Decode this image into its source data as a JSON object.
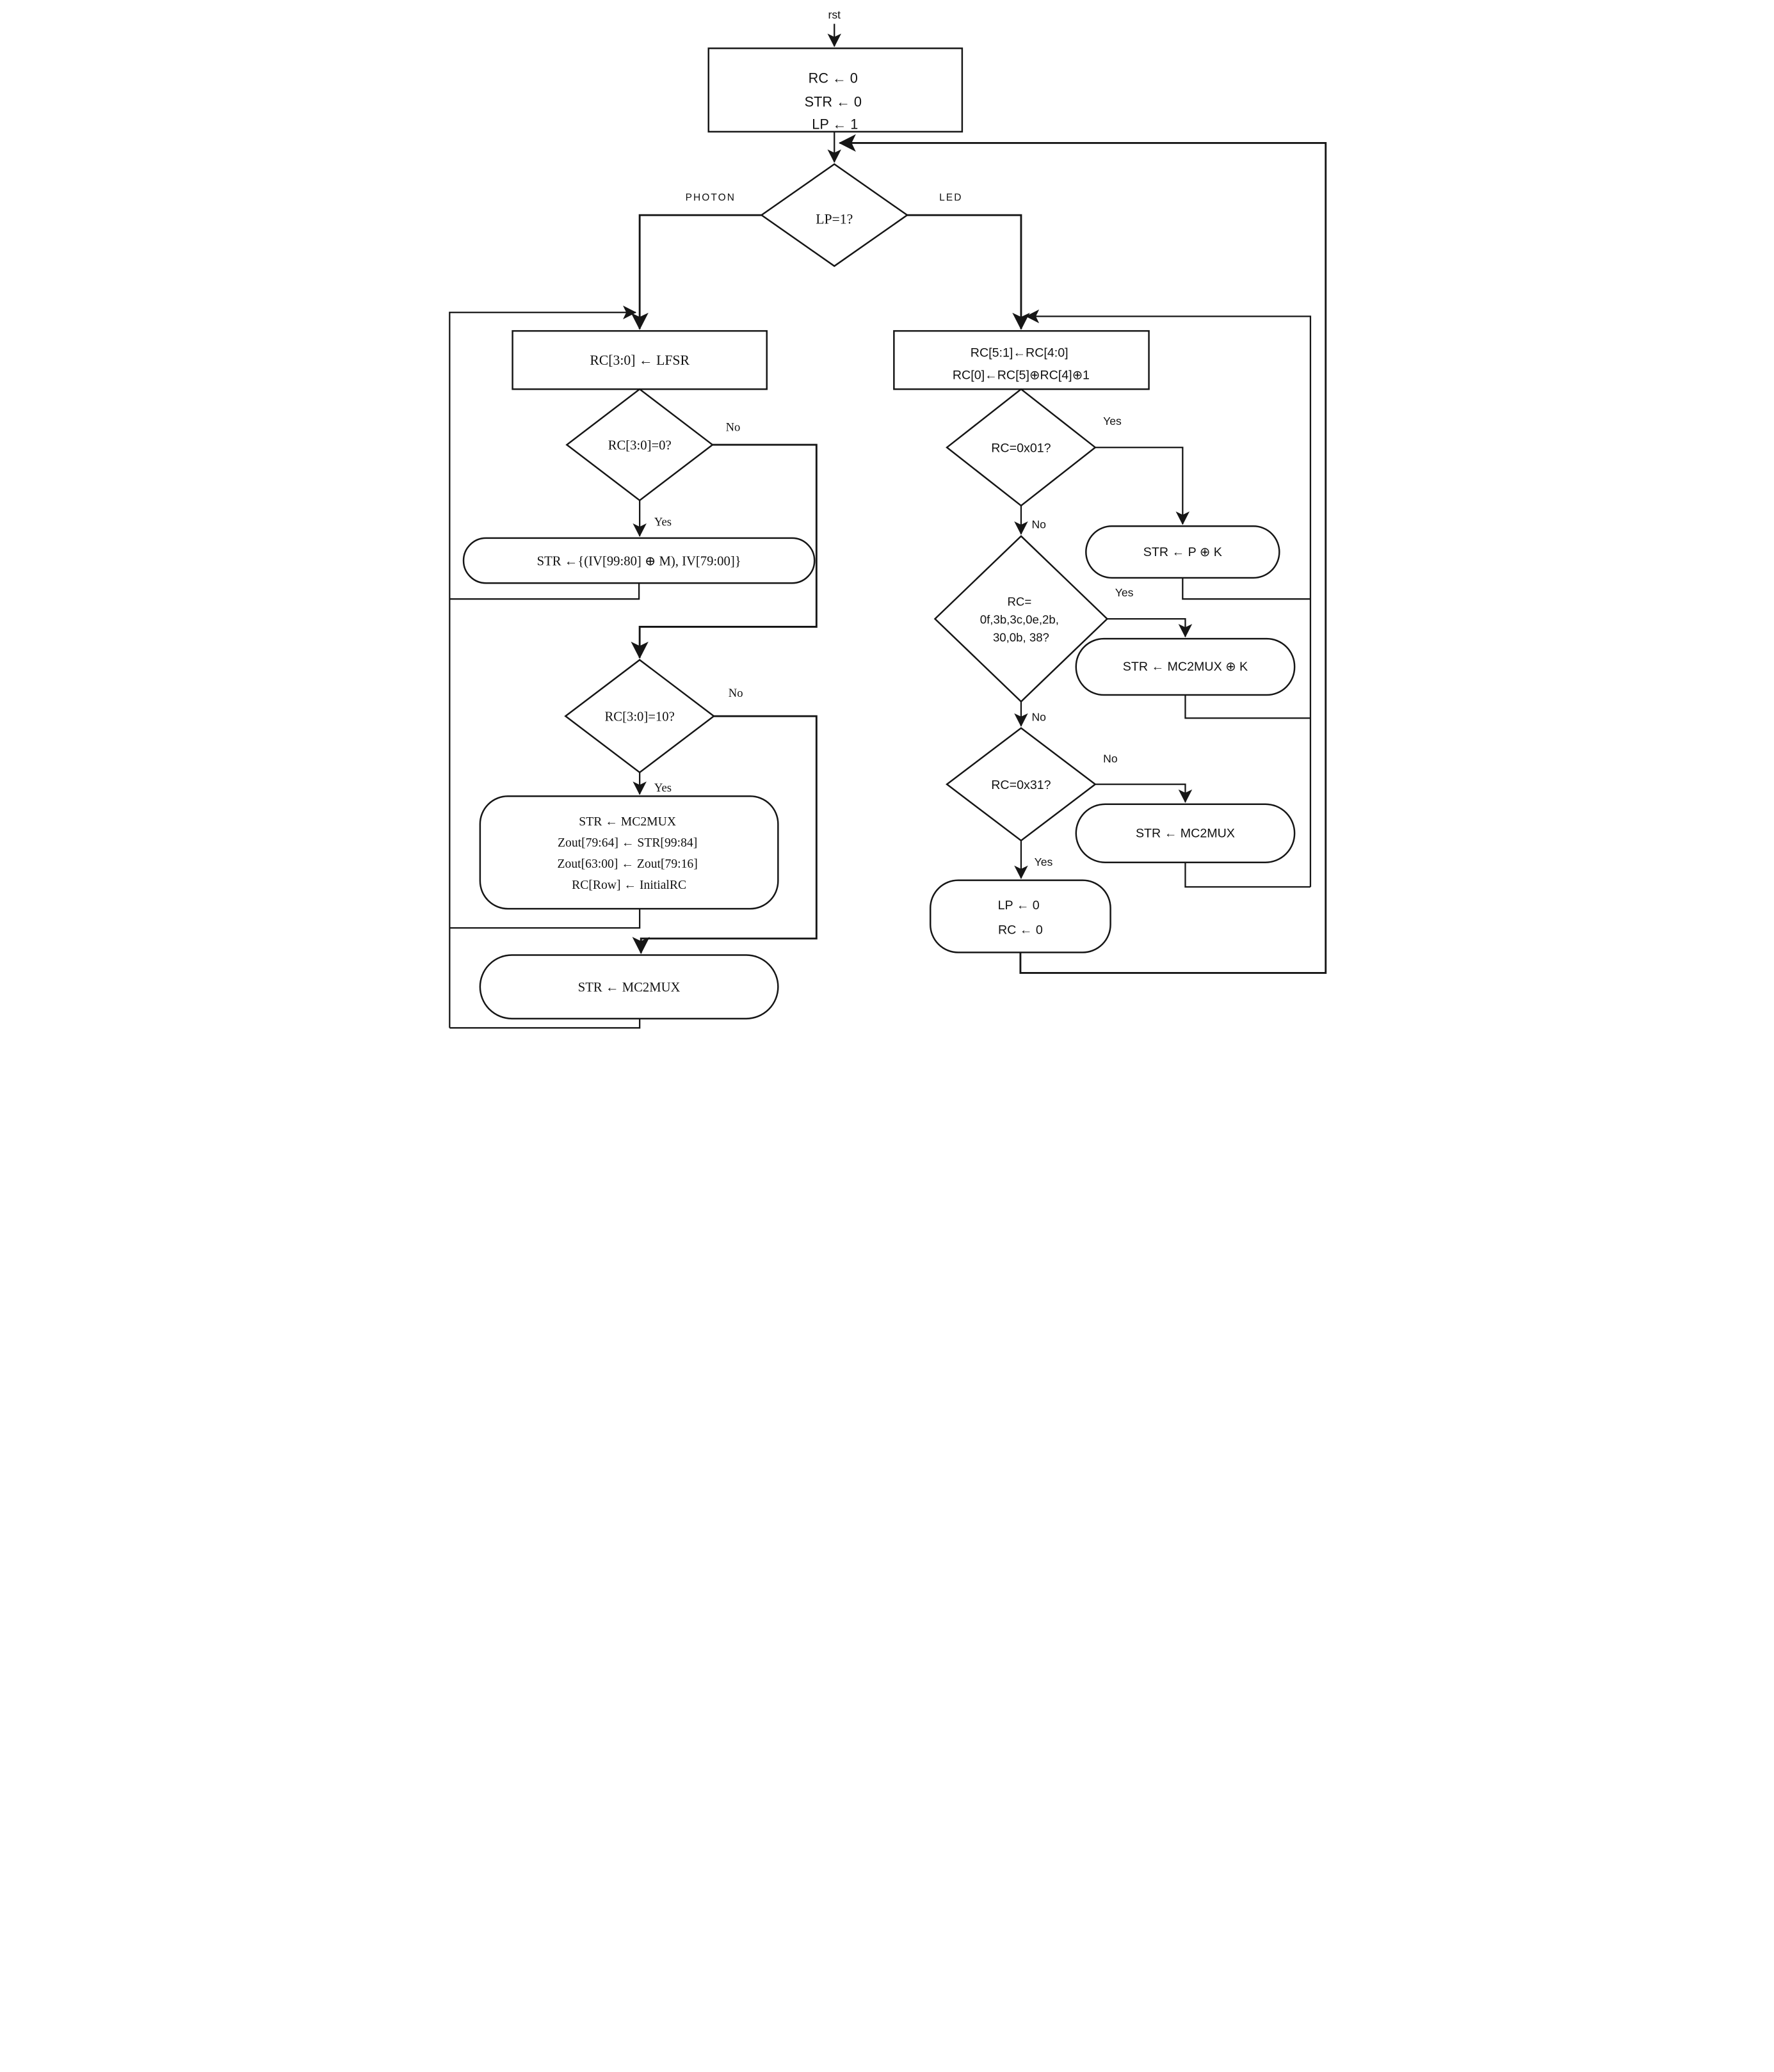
{
  "diagram": {
    "kind": "flowchart",
    "description": "Control flow state machine for PHOTON / LED lightweight cipher round-constant hardware",
    "colors": {
      "line": "#161616",
      "background": "#ffffff",
      "text": "#111111"
    }
  },
  "labels": {
    "reset": "rst",
    "photon_branch": "PHOTON",
    "led_branch": "LED"
  },
  "nodes": {
    "init": {
      "lines": [
        "RC ← 0",
        "STR ← 0",
        "LP ← 1"
      ]
    },
    "lp_decision": {
      "label": "LP=1?"
    },
    "lfsr": {
      "label": "RC[3:0] ← LFSR"
    },
    "rc0_decision": {
      "label": "RC[3:0]=0?"
    },
    "str_iv": {
      "label": "STR ←{(IV[99:80] ⊕ M), IV[79:00]}"
    },
    "rc10_decision": {
      "label": "RC[3:0]=10?"
    },
    "photon_output": {
      "lines": [
        "STR ← MC2MUX",
        "Zout[79:64] ← STR[99:84]",
        "Zout[63:00] ← Zout[79:16]",
        "RC[Row] ← InitialRC"
      ]
    },
    "str_mc2mux_left": {
      "label": "STR ← MC2MUX"
    },
    "rc_update": {
      "lines": [
        "RC[5:1]←RC[4:0]",
        "RC[0]←RC[5]⊕RC[4]⊕1"
      ]
    },
    "rc01_decision": {
      "label": "RC=0x01?"
    },
    "str_p_xor_k": {
      "label": "STR ← P ⊕ K"
    },
    "rc_set_decision": {
      "lines": [
        "RC=",
        "0f,3b,3c,0e,2b,",
        "30,0b, 38?"
      ]
    },
    "str_mc2mux_xor_k": {
      "label": "STR ← MC2MUX ⊕ K"
    },
    "rc31_decision": {
      "label": "RC=0x31?"
    },
    "str_mc2mux_right": {
      "label": "STR ← MC2MUX"
    },
    "lp_reset": {
      "lines": [
        "LP ← 0",
        "RC ← 0"
      ]
    }
  },
  "edge_labels": {
    "rc0_yes": "Yes",
    "rc0_no": "No",
    "rc10_yes": "Yes",
    "rc10_no": "No",
    "rc01_yes": "Yes",
    "rc01_no": "No",
    "rc_set_yes": "Yes",
    "rc_set_no": "No",
    "rc31_yes": "Yes",
    "rc31_no": "No"
  }
}
